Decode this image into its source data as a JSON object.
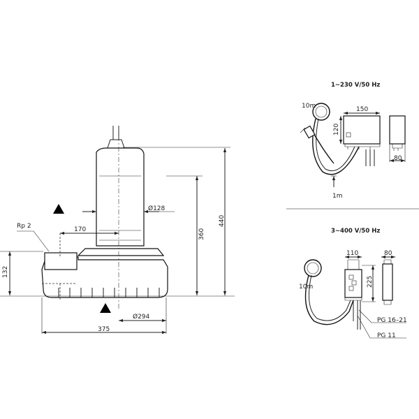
{
  "pump": {
    "rp": "Rp 2",
    "d170": "170",
    "d128": "Ø128",
    "d360": "360",
    "d440": "440",
    "d132": "132",
    "d294": "Ø294",
    "d375": "375"
  },
  "single_phase": {
    "title": "1~230 V/50 Hz",
    "cable_10m": "10m",
    "cable_1m": "1m",
    "w150": "150",
    "h120": "120",
    "d80": "80"
  },
  "three_phase": {
    "title": "3~400 V/50 Hz",
    "cable_10m": "10m",
    "w110": "110",
    "w80": "80",
    "h225": "225",
    "pg1": "PG 16–21",
    "pg2": "PG 11"
  }
}
